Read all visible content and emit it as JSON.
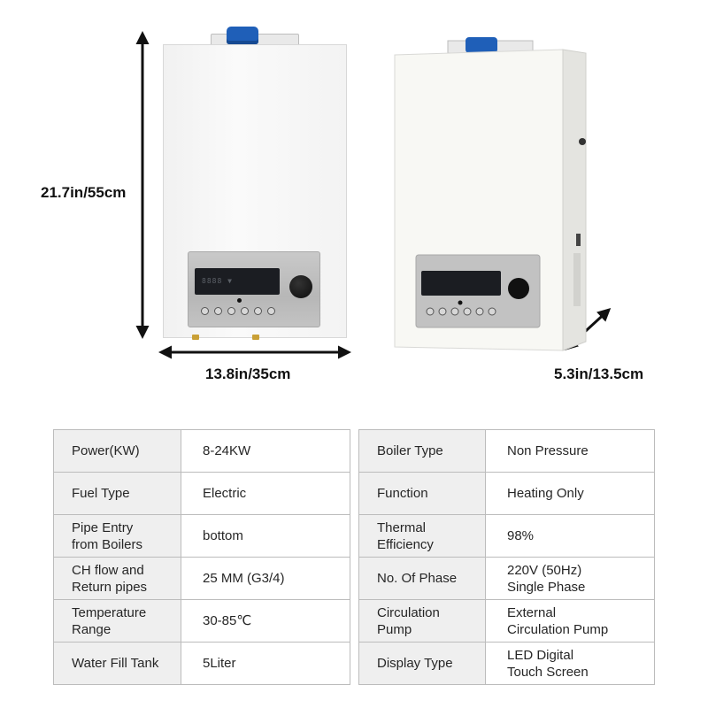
{
  "dimensions": {
    "height": "21.7in/55cm",
    "width": "13.8in/35cm",
    "depth": "5.3in/13.5cm"
  },
  "colors": {
    "cap_blue": "#1f5fb8",
    "arrow": "#111111",
    "key_cell_bg": "#efefef",
    "border": "#bcbcbc"
  },
  "spec_left": [
    {
      "key": "Power(KW)",
      "value": "8-24KW"
    },
    {
      "key": "Fuel Type",
      "value": "Electric"
    },
    {
      "key": "Pipe Entry\nfrom Boilers",
      "value": "bottom"
    },
    {
      "key": "CH flow and\nReturn pipes",
      "value": "25 MM (G3/4)"
    },
    {
      "key": "Temperature\nRange",
      "value": "30-85℃"
    },
    {
      "key": "Water Fill Tank",
      "value": "5Liter"
    }
  ],
  "spec_right": [
    {
      "key": "Boiler Type",
      "value": "Non Pressure"
    },
    {
      "key": "Function",
      "value": "Heating Only"
    },
    {
      "key": "Thermal\nEfficiency",
      "value": "98%"
    },
    {
      "key": "No. Of  Phase",
      "value": "220V  (50Hz)\nSingle Phase"
    },
    {
      "key": "Circulation\nPump",
      "value": "External\nCirculation Pump"
    },
    {
      "key": "Display Type",
      "value": "LED Digital\nTouch Screen"
    }
  ]
}
